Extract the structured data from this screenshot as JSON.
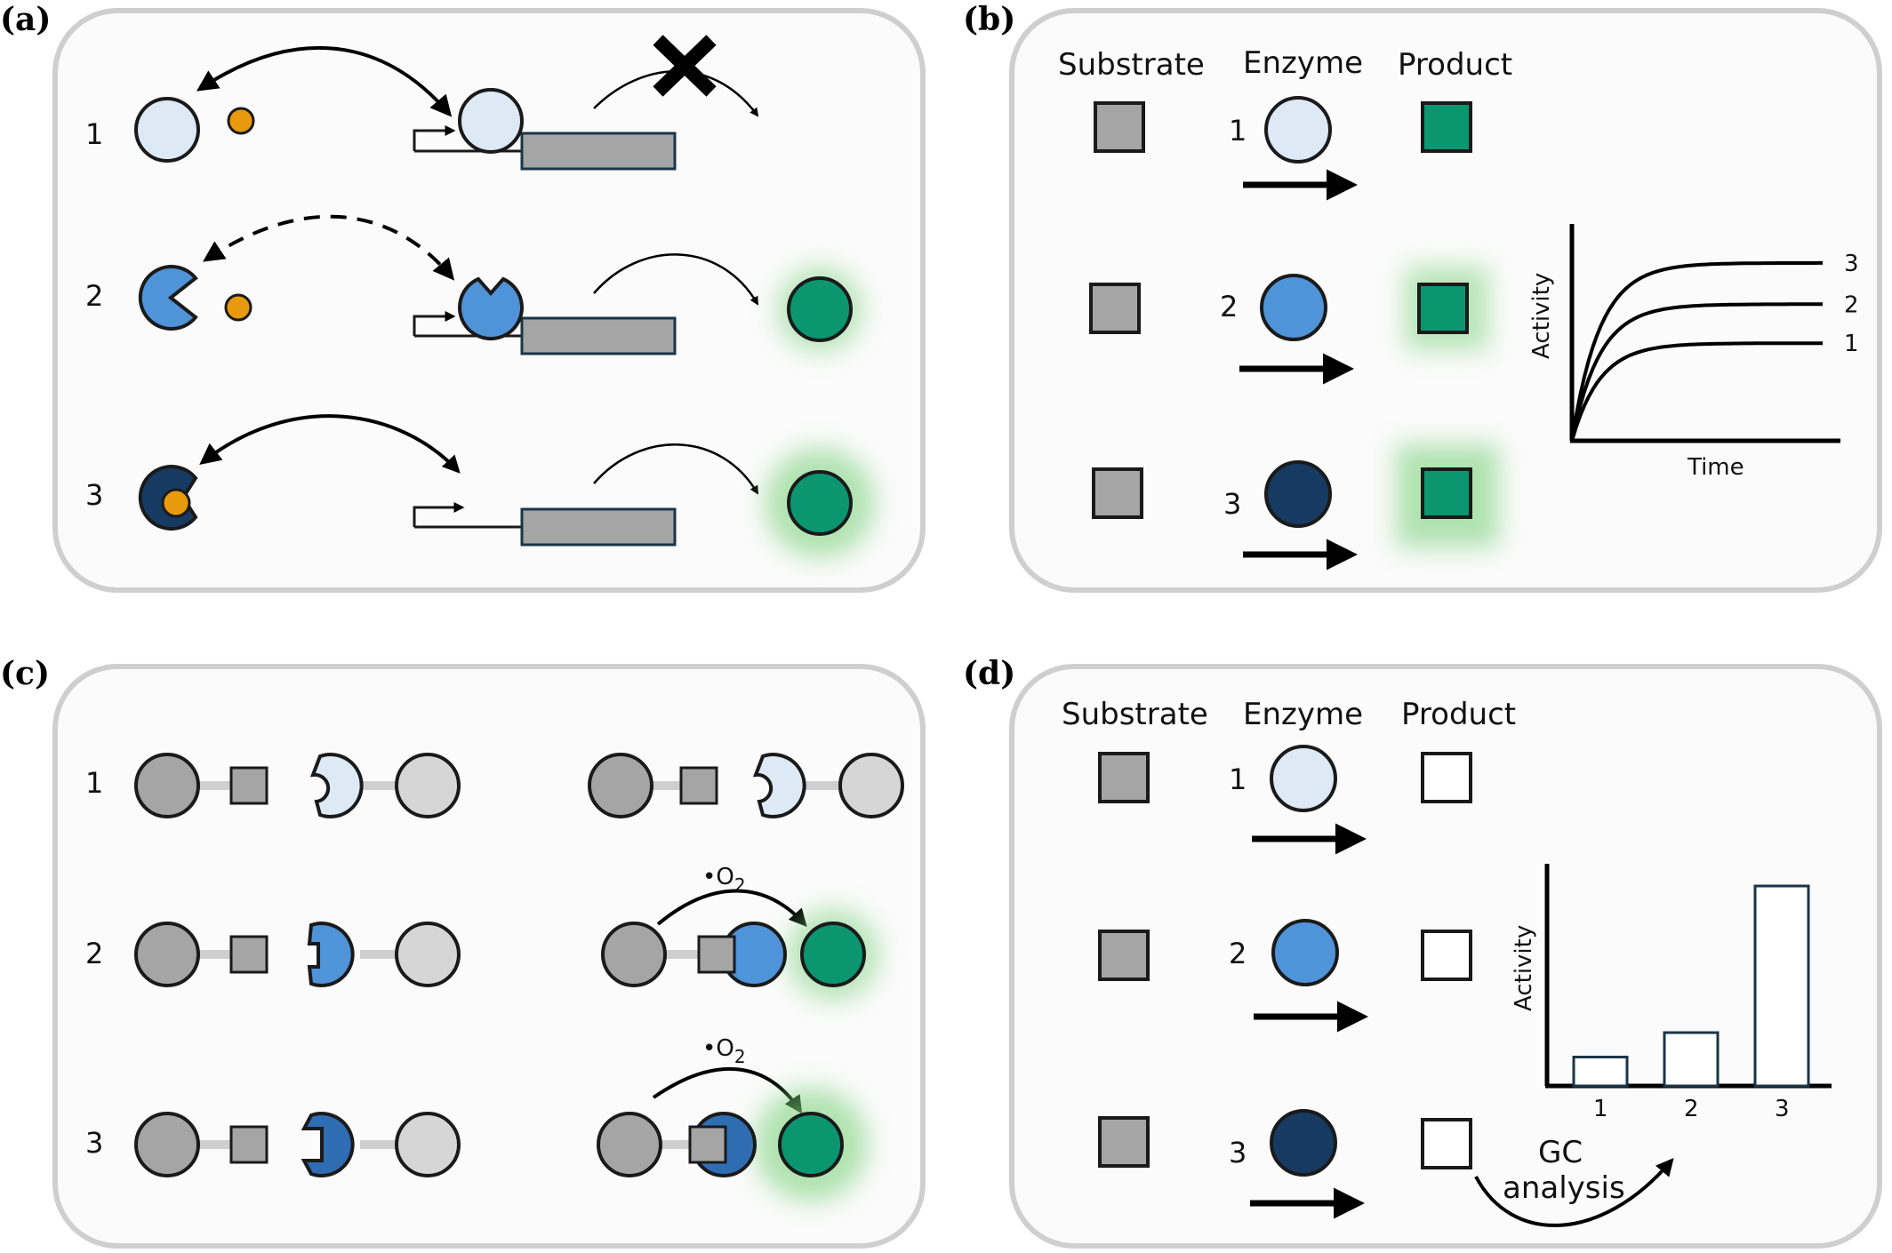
{
  "panels": {
    "a": {
      "label": "(a)",
      "rows": [
        "1",
        "2",
        "3"
      ]
    },
    "b": {
      "label": "(b)",
      "headers": {
        "substrate": "Substrate",
        "enzyme": "Enzyme",
        "product": "Product"
      },
      "rows": [
        "1",
        "2",
        "3"
      ]
    },
    "c": {
      "label": "(c)",
      "rows": [
        "1",
        "2",
        "3"
      ],
      "radical": "•O",
      "radical_sub": "2"
    },
    "d": {
      "label": "(d)",
      "headers": {
        "substrate": "Substrate",
        "enzyme": "Enzyme",
        "product": "Product"
      },
      "rows": [
        "1",
        "2",
        "3"
      ],
      "gc_line1": "GC",
      "gc_line2": "analysis"
    }
  },
  "colors": {
    "enzyme_light": "#dde9f5",
    "enzyme_mid": "#4f93d8",
    "enzyme_mid2": "#2f6db3",
    "enzyme_dark": "#173a63",
    "ligand": "#e89a0c",
    "product_green": "#0b9670",
    "gray_box": "#a5a5a5",
    "panel_border": "#cfcfcf"
  },
  "chart_data": [
    {
      "type": "line",
      "panel": "b",
      "xlabel": "Time",
      "ylabel": "Activity",
      "series": [
        {
          "name": "1",
          "plateau": 0.45
        },
        {
          "name": "2",
          "plateau": 0.63
        },
        {
          "name": "3",
          "plateau": 0.82
        }
      ]
    },
    {
      "type": "bar",
      "panel": "d",
      "ylabel": "Activity",
      "categories": [
        "1",
        "2",
        "3"
      ],
      "values": [
        0.13,
        0.24,
        0.9
      ]
    }
  ]
}
